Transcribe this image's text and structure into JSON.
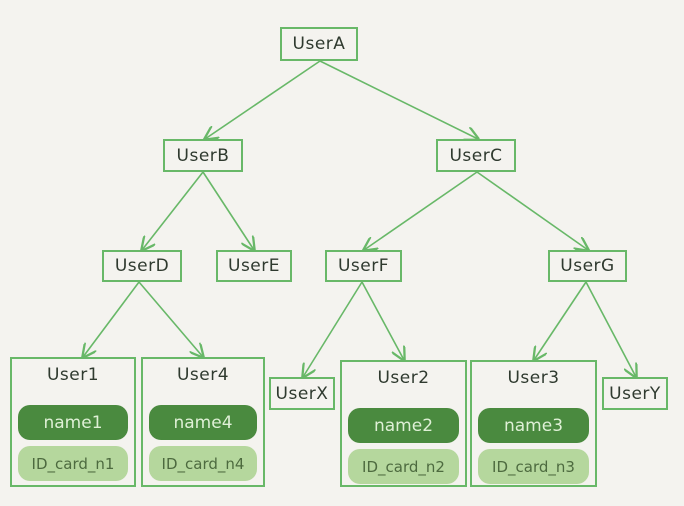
{
  "colors": {
    "background": "#f4f3ef",
    "edge": "#68b868",
    "name_fill": "#4a8a3f",
    "id_fill": "#b5d79d"
  },
  "nodes": {
    "userA": "UserA",
    "userB": "UserB",
    "userC": "UserC",
    "userD": "UserD",
    "userE": "UserE",
    "userF": "UserF",
    "userG": "UserG",
    "userX": "UserX",
    "userY": "UserY"
  },
  "leaves": {
    "user1": {
      "title": "User1",
      "name": "name1",
      "id_card": "ID_card_n1"
    },
    "user4": {
      "title": "User4",
      "name": "name4",
      "id_card": "ID_card_n4"
    },
    "user2": {
      "title": "User2",
      "name": "name2",
      "id_card": "ID_card_n2"
    },
    "user3": {
      "title": "User3",
      "name": "name3",
      "id_card": "ID_card_n3"
    }
  }
}
